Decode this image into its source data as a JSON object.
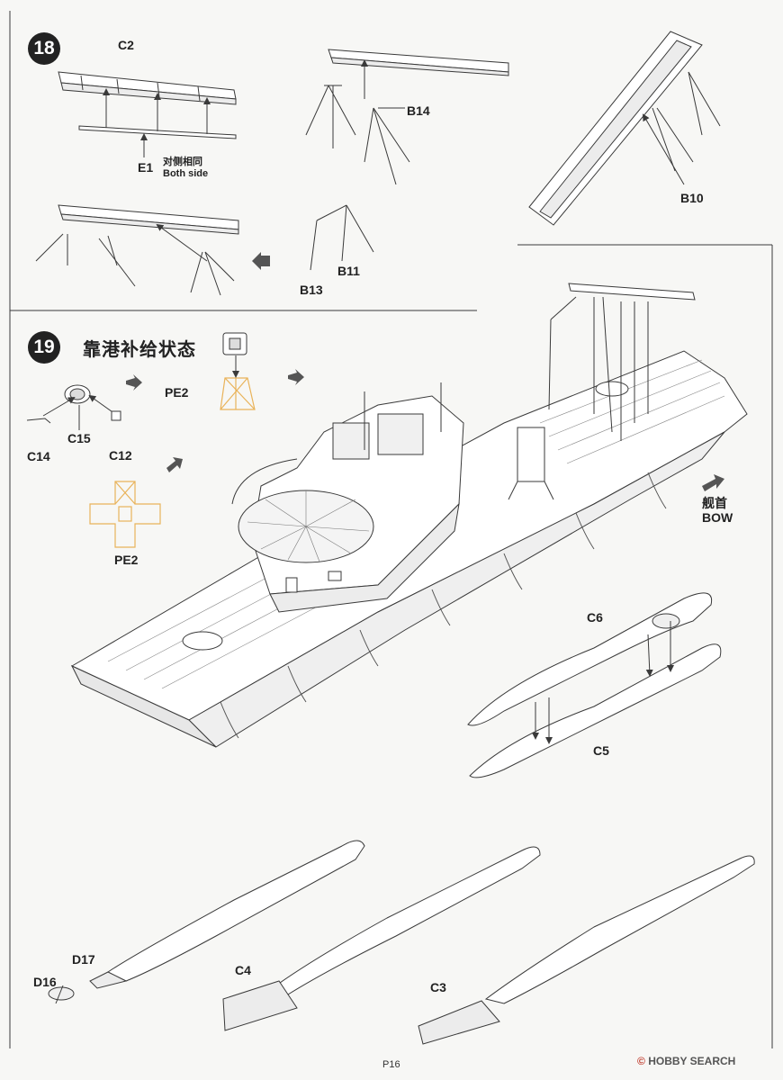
{
  "step18": {
    "number": "18",
    "labels": {
      "c2": "C2",
      "e1": "E1",
      "both_side_cn": "对侧相同",
      "both_side_en": "Both side",
      "b14": "B14",
      "b10": "B10",
      "b11": "B11",
      "b13": "B13"
    }
  },
  "step19": {
    "number": "19",
    "title": "靠港补给状态",
    "labels": {
      "c14": "C14",
      "c15": "C15",
      "c12": "C12",
      "pe2_top": "PE2",
      "pe2_bottom": "PE2",
      "bow_cn": "舰首",
      "bow_en": "BOW",
      "c6": "C6",
      "c5": "C5",
      "d17": "D17",
      "d16": "D16",
      "c4": "C4",
      "c3": "C3"
    }
  },
  "footer": {
    "page": "P16",
    "watermark_brand": "HOBBY SEARCH",
    "watermark_mark": "©"
  },
  "colors": {
    "line": "#3a3a3a",
    "photo_etch": "#e9b35a",
    "paper": "#f7f7f5"
  }
}
